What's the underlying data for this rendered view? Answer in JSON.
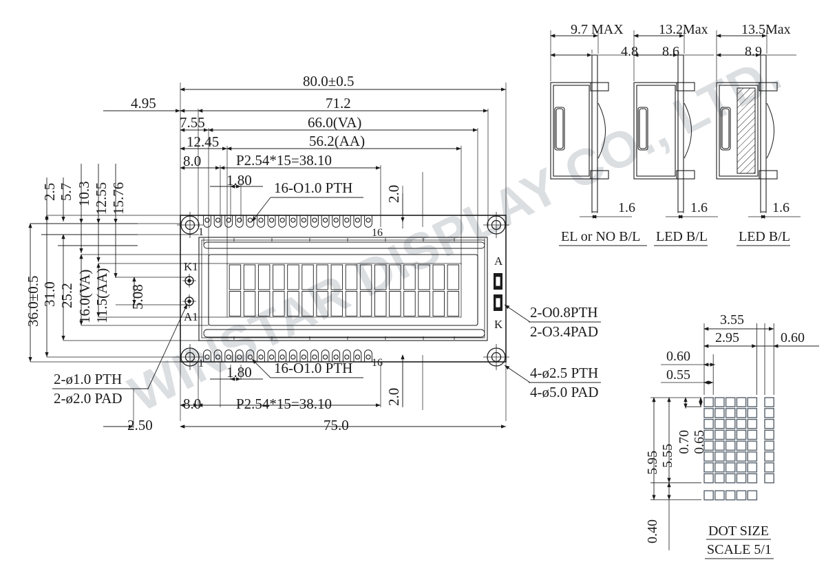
{
  "drawing": {
    "title": "LCD Module Mechanical Outline Drawing",
    "watermark": "WINSTAR DISPLAY CO., LTD.",
    "line_color": "#1b1b1b",
    "watermark_color": "#d4d8dd",
    "background": "#ffffff"
  },
  "front_view": {
    "horizontal_dims_top": [
      {
        "id": "overall_width",
        "text": "80.0±0.5"
      },
      {
        "id": "pcb_inner",
        "text": "71.2"
      },
      {
        "id": "view_area_w",
        "text": "66.0(VA)"
      },
      {
        "id": "active_area_w",
        "text": "56.2(AA)"
      },
      {
        "id": "pitch_total",
        "text": "P2.54*15=38.10"
      }
    ],
    "horizontal_dims_left": [
      {
        "id": "edge_to_hole",
        "text": "4.95"
      },
      {
        "id": "dim_755",
        "text": "7.55"
      },
      {
        "id": "dim_1245",
        "text": "12.45"
      },
      {
        "id": "dim_80_top",
        "text": "8.0"
      },
      {
        "id": "pad_width",
        "text": "1.80"
      }
    ],
    "vertical_dims_left": [
      {
        "id": "dim_25",
        "text": "2.5"
      },
      {
        "id": "dim_57",
        "text": "5.7"
      },
      {
        "id": "dim_103",
        "text": "10.3"
      },
      {
        "id": "dim_1255",
        "text": "12.55"
      },
      {
        "id": "dim_1576",
        "text": "15.76"
      }
    ],
    "vertical_dims_outer": [
      {
        "id": "overall_height",
        "text": "36.0±0.5"
      },
      {
        "id": "hole_pitch_v",
        "text": "31.0"
      },
      {
        "id": "dim_252",
        "text": "25.2"
      },
      {
        "id": "view_area_h",
        "text": "16.0(VA)"
      },
      {
        "id": "active_area_h",
        "text": "11.5(AA)"
      },
      {
        "id": "led_pad_pitch",
        "text": "5.08"
      }
    ],
    "bottom_dims": [
      {
        "id": "dim_250",
        "text": "2.50"
      },
      {
        "id": "dim_80_bottom",
        "text": "8.0"
      },
      {
        "id": "pad_width_b",
        "text": "1.80"
      },
      {
        "id": "pitch_total_b",
        "text": "P2.54*15=38.10"
      },
      {
        "id": "dim_750",
        "text": "75.0"
      }
    ],
    "pin_row_dims": [
      {
        "id": "pin_edge_top",
        "text": "2.0"
      },
      {
        "id": "pin_edge_bottom",
        "text": "2.0"
      }
    ],
    "pin_numbers": {
      "top_first": "1",
      "top_last": "16",
      "bottom_first": "1",
      "bottom_last": "16"
    },
    "leader_notes": [
      {
        "id": "pth_top",
        "lines": [
          "16-O1.0 PTH"
        ]
      },
      {
        "id": "pth_bottom",
        "lines": [
          "16-O1.0 PTH"
        ]
      },
      {
        "id": "led_pads",
        "lines": [
          "2-ø1.0 PTH",
          "2-ø2.0 PAD"
        ]
      },
      {
        "id": "backlight_pads",
        "lines": [
          "2-O0.8PTH",
          "2-O3.4PAD"
        ]
      },
      {
        "id": "mount_holes",
        "lines": [
          "4-ø2.5 PTH",
          "4-ø5.0 PAD"
        ]
      }
    ],
    "backlight_terminals": {
      "anode": "A",
      "cathode": "K"
    },
    "led_pad_labels": {
      "upper": "K1",
      "lower": "A1"
    },
    "display": {
      "columns": 16,
      "rows": 2
    }
  },
  "side_views": [
    {
      "id": "el_or_no_bl",
      "caption": "EL or NO B/L",
      "total_thickness": "9.7 MAX",
      "inner_dim": "4.8",
      "pcb_thickness": "1.6",
      "hatched": false
    },
    {
      "id": "led_bl_1",
      "caption": "LED B/L",
      "total_thickness": "13.2Max",
      "inner_dim": "8.6",
      "pcb_thickness": "1.6",
      "hatched": false
    },
    {
      "id": "led_bl_2",
      "caption": "LED B/L",
      "total_thickness": "13.5Max",
      "inner_dim": "8.9",
      "pcb_thickness": "1.6",
      "hatched": true
    }
  ],
  "dot_detail": {
    "caption_line1": "DOT SIZE",
    "caption_line2": "SCALE 5/1",
    "grid_columns": 5,
    "grid_rows": 8,
    "extra_column_rows": 8,
    "extra_row_columns": 5,
    "horizontal_dims": [
      {
        "id": "char_cell_w",
        "text": "3.55"
      },
      {
        "id": "char_dots_w",
        "text": "2.95"
      },
      {
        "id": "gap_right",
        "text": "0.60"
      },
      {
        "id": "dot_pitch_x",
        "text": "0.60"
      },
      {
        "id": "dot_width",
        "text": "0.55"
      }
    ],
    "vertical_dims": [
      {
        "id": "char_cell_h",
        "text": "5.95"
      },
      {
        "id": "char_dots_h",
        "text": "5.55"
      },
      {
        "id": "dot_pitch_y",
        "text": "0.70"
      },
      {
        "id": "dot_height",
        "text": "0.65"
      },
      {
        "id": "gap_bottom",
        "text": "0.40"
      }
    ]
  }
}
